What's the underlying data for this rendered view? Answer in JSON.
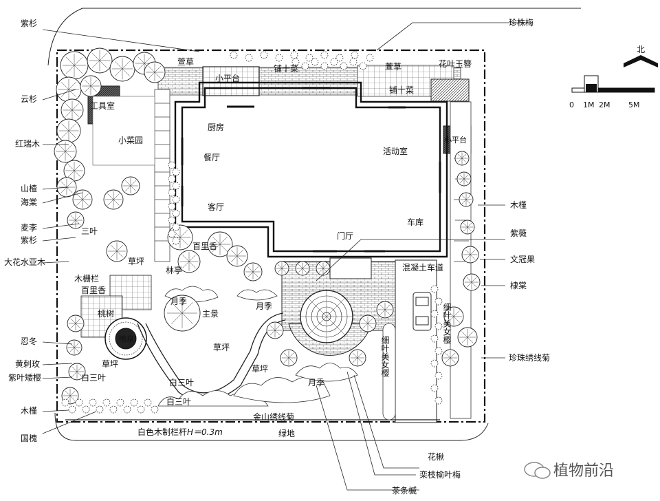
{
  "north": "北",
  "scale": {
    "labels": [
      "0",
      "1M",
      "2M",
      "5M"
    ]
  },
  "left_labels": [
    "紫杉",
    "云杉",
    "红瑞木",
    "山楂",
    "海棠",
    "麦李",
    "紫杉",
    "大花水亚木",
    "忍冬",
    "黄刺玫",
    "紫叶矮樱",
    "木槿",
    "国槐"
  ],
  "right_labels": [
    "珍株梅",
    "木槿",
    "紫薇",
    "文冠果",
    "棣棠",
    "珍珠绣线菊"
  ],
  "bottom_labels": {
    "railing": "白色木制栏杆",
    "railing_formula": "H＝0.3m",
    "greenbelt": "绿地",
    "huajiao": "花楸",
    "luanzhi": "栾枝榆叶梅",
    "chatiaoqi": "茶条槭"
  },
  "inside": {
    "xuancao1": "萱草",
    "small_terrace1": "小平台",
    "luoshi1": "铺十菜",
    "xuancao2": "萱草",
    "huaye": "花叶玉簪",
    "luoshi2": "铺十菜",
    "tool_room": "工具室",
    "kitchen": "厨房",
    "activity_room": "活动室",
    "small_terrace2": "小平台",
    "vegetable_garden": "小菜园",
    "dining": "餐厅",
    "living": "客厅",
    "garage": "车库",
    "entrance": "门厅",
    "sanyecao": "三叶",
    "thyme1": "百里香",
    "lawn1": "草坪",
    "wood_fence": "木栅栏",
    "thyme2": "百里香",
    "pergola": "林亭",
    "concrete_road": "混凝土车道",
    "swing": "桃树",
    "rose1": "月季",
    "main_view": "主景",
    "rose2": "月季",
    "lawn2": "草坪",
    "lawn3": "草坪",
    "lawn4": "草坪",
    "clover1": "白三叶",
    "clover2": "白三叶",
    "clover3": "白三叶",
    "rose3": "月季",
    "meinvying": "细叶美女樱",
    "meinvying2": "细叶美女樱",
    "jinshan": "金山绣线菊",
    "fountain": "喷泉"
  },
  "watermark": "植物前沿"
}
